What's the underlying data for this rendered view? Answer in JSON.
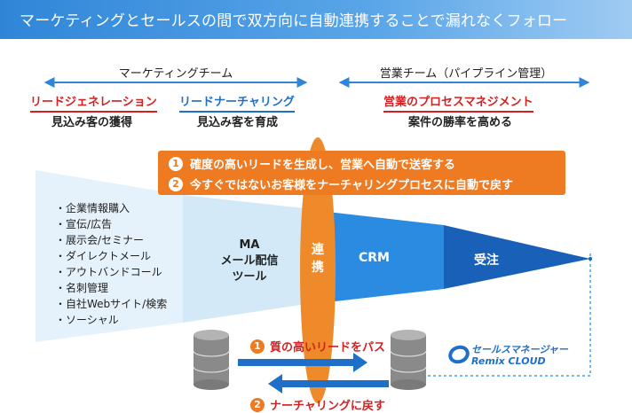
{
  "banner": {
    "title": "マーケティングとセールスの間で双方向に自動連携することで漏れなくフォロー"
  },
  "header": {
    "marketing_team": "マーケティングチーム",
    "sales_team": "営業チーム（パイプライン管理）"
  },
  "phases": [
    {
      "title": "リードジェネレーション",
      "subtitle": "見込み客の獲得"
    },
    {
      "title": "リードナーチャリング",
      "subtitle": "見込み客を育成"
    },
    {
      "title": "営業のプロセスマネジメント",
      "subtitle": "案件の勝率を高める"
    }
  ],
  "callout": {
    "items": [
      {
        "num": "1",
        "text": "確度の高いリードを生成し、営業へ自動で送客する"
      },
      {
        "num": "2",
        "text": "今すぐではないお客様をナーチャリングプロセスに自動で戻す"
      }
    ]
  },
  "sources": [
    "・企業情報購入",
    "・宣伝/広告",
    "・展示会/セミナー",
    "・ダイレクトメール",
    "・アウトバンドコール",
    "・名刺管理",
    "・自社Webサイト/検索",
    "・ソーシャル"
  ],
  "ma": {
    "line1": "MA",
    "line2": "メール配信",
    "line3": "ツール"
  },
  "link": {
    "char1": "連",
    "char2": "携"
  },
  "crm": "CRM",
  "order": "受注",
  "flow": [
    {
      "num": "1",
      "text": "質の高いリードをパス"
    },
    {
      "num": "2",
      "text": "ナーチャリングに戻す"
    }
  ],
  "logo": {
    "text": "セールスマネージャー",
    "brand": "Remix CLOUD"
  },
  "colors": {
    "orange": "#ee7a22",
    "red": "#d42020",
    "blue": "#1e6fc8",
    "crm": "#2b8be0",
    "order": "#1860b8"
  }
}
